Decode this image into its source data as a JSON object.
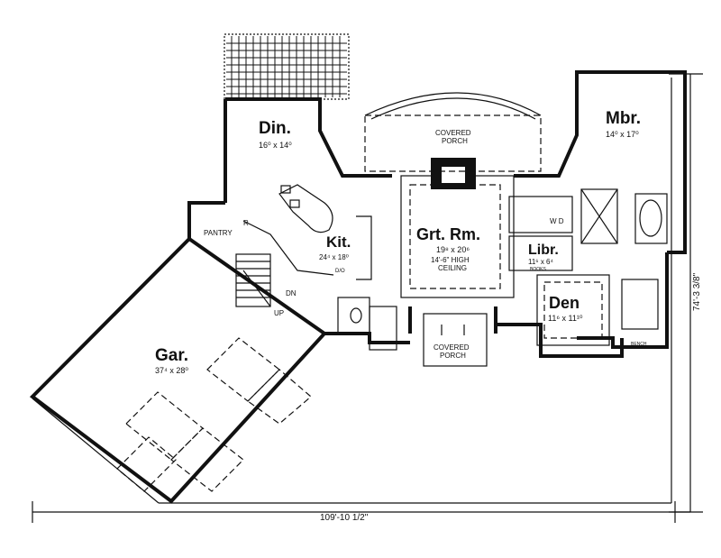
{
  "rooms": {
    "dining": {
      "name": "Din.",
      "dims": "16⁰ x 14⁰"
    },
    "master": {
      "name": "Mbr.",
      "dims": "14⁰ x 17⁰"
    },
    "kitchen": {
      "name": "Kit.",
      "dims": "24⁴ x 18⁰"
    },
    "great": {
      "name": "Grt. Rm.",
      "dims": "19⁸ x 20⁶",
      "note1": "14'-6\" HIGH",
      "note2": "CEILING"
    },
    "library": {
      "name": "Libr.",
      "dims": "11⁶ x 6⁴"
    },
    "den": {
      "name": "Den",
      "dims": "11⁶ x 11¹⁰"
    },
    "garage": {
      "name": "Gar.",
      "dims": "37⁴ x 28⁰"
    }
  },
  "labels": {
    "covered_porch_rear": [
      "COVERED",
      "PORCH"
    ],
    "covered_porch_front": [
      "COVERED",
      "PORCH"
    ],
    "pantry": "PANTRY",
    "refrigerator": "R",
    "dn": "DN",
    "up": "UP",
    "dw": "D/O",
    "wd": "W D",
    "books": "BOOKS",
    "bench": "BENCH"
  },
  "dimensions": {
    "width": "109'-10 1/2\"",
    "depth": "74'-3 3/8\""
  }
}
